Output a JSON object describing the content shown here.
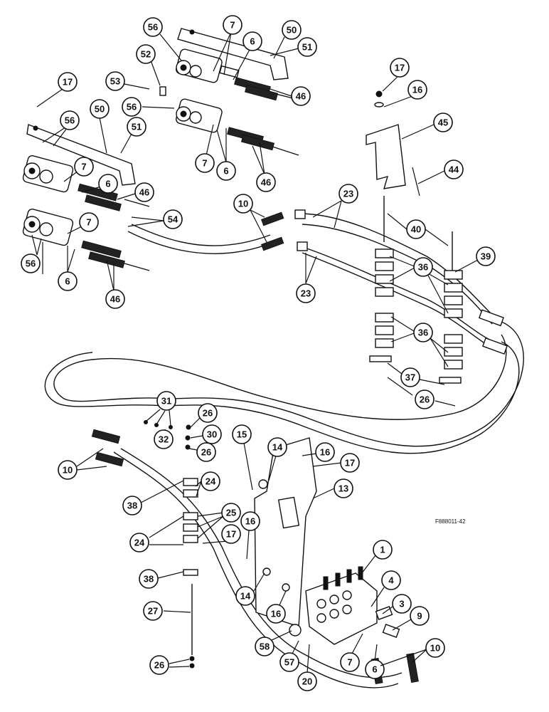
{
  "figure_id": "F888011-42",
  "callouts": [
    "56",
    "7",
    "50",
    "6",
    "51",
    "52",
    "53",
    "46",
    "17",
    "50",
    "56",
    "51",
    "7",
    "6",
    "46",
    "7",
    "6",
    "46",
    "56",
    "7",
    "54",
    "6",
    "46",
    "10",
    "23",
    "23",
    "40",
    "17",
    "16",
    "45",
    "44",
    "39",
    "36",
    "36",
    "37",
    "26",
    "31",
    "26",
    "30",
    "32",
    "26",
    "15",
    "14",
    "16",
    "17",
    "10",
    "24",
    "38",
    "13",
    "25",
    "24",
    "17",
    "16",
    "38",
    "14",
    "16",
    "1",
    "4",
    "3",
    "9",
    "27",
    "58",
    "57",
    "7",
    "6",
    "10",
    "26",
    "20",
    "56"
  ]
}
